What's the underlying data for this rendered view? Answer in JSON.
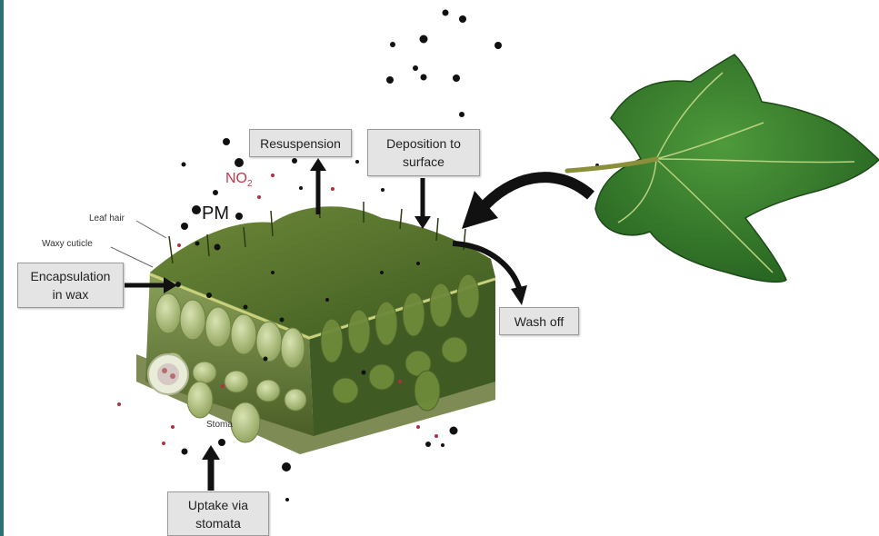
{
  "labels": {
    "resuspension": "Resuspension",
    "deposition": "Deposition to\nsurface",
    "encapsulation": "Encapsulation\nin wax",
    "wash_off": "Wash off",
    "uptake": "Uptake via\nstomata",
    "leaf_hair": "Leaf hair",
    "waxy_cuticle": "Waxy cuticle",
    "stoma": "Stoma",
    "pm": "PM",
    "no2_main": "NO",
    "no2_sub": "2"
  },
  "icons": [
    "ivy-leaf-icon",
    "curved-arrow-icon",
    "leaf-cross-section-icon"
  ],
  "colors": {
    "box_fill": "#e4e4e4",
    "no2_red": "#c0394b",
    "leaf_green": "#2f6b2a",
    "tissue_green": "#5e7a2a",
    "accent_bar": "#2e6f74"
  }
}
